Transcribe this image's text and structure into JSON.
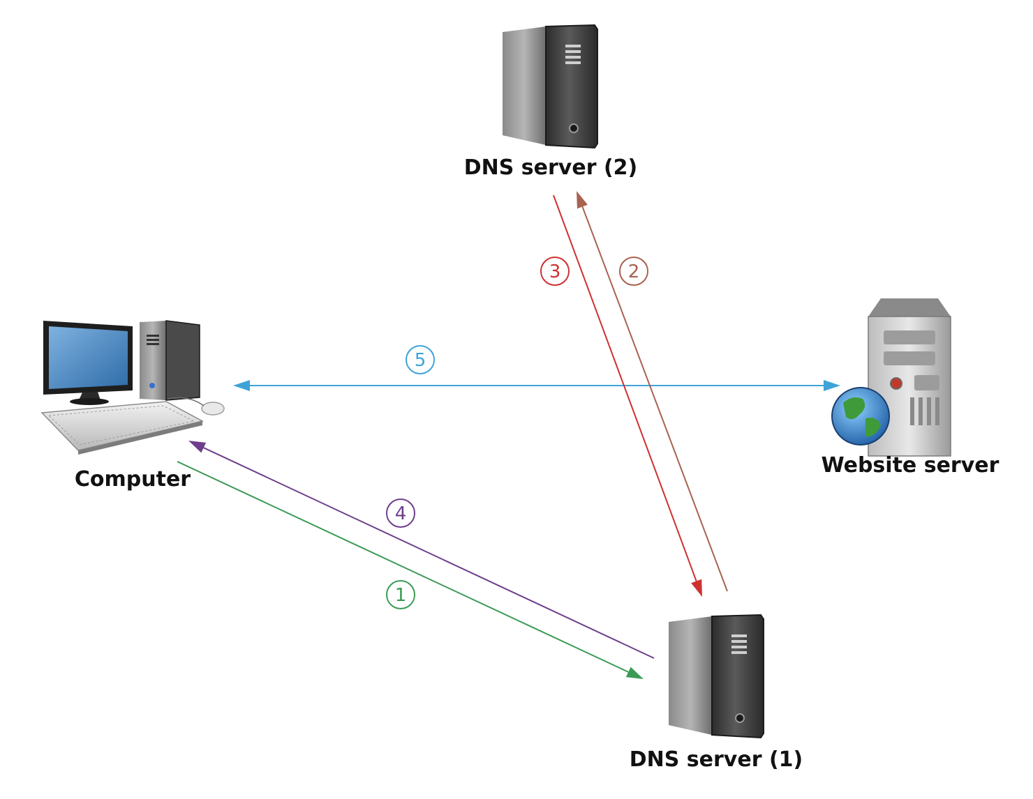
{
  "nodes": {
    "computer": {
      "label": "Computer"
    },
    "dns2": {
      "label": "DNS server (2)"
    },
    "dns1": {
      "label": "DNS server (1)"
    },
    "website": {
      "label": "Website server"
    }
  },
  "steps": [
    {
      "number": "1",
      "color": "#3c9a55"
    },
    {
      "number": "2",
      "color": "#a8624f"
    },
    {
      "number": "3",
      "color": "#cf3030"
    },
    {
      "number": "4",
      "color": "#6e3e8c"
    },
    {
      "number": "5",
      "color": "#3ea3d8"
    }
  ],
  "icons": [
    "desktop-computer-icon",
    "tower-server-icon",
    "web-server-icon",
    "globe-icon"
  ]
}
